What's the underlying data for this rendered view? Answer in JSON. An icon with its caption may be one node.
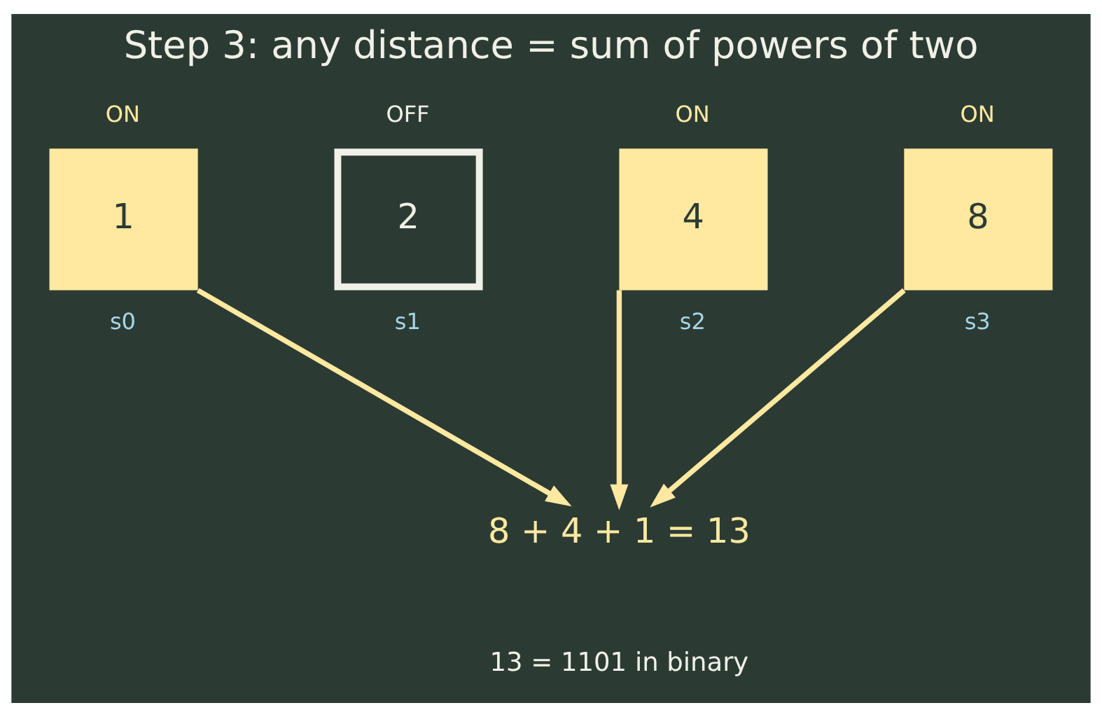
{
  "diagram": {
    "title": "Step 3: any distance = sum of powers of two",
    "nodes": [
      {
        "text": [
          "ON",
          "1"
        ],
        "beside": [
          "s0"
        ]
      },
      {
        "text": [
          "OFF",
          "2"
        ],
        "beside": [
          "s1"
        ]
      },
      {
        "text": [
          "ON",
          "4"
        ],
        "beside": [
          "s2"
        ]
      },
      {
        "text": [
          "ON",
          "8"
        ],
        "beside": [
          "s3"
        ]
      },
      {
        "text": [
          "8 + 4 + 1 = 13"
        ]
      }
    ],
    "edges": [
      {
        "from": 0,
        "to": 4,
        "arrow": "to"
      },
      {
        "from": 2,
        "to": 4,
        "arrow": "to"
      },
      {
        "from": 3,
        "to": 4,
        "arrow": "to"
      }
    ],
    "labels": [
      "13 = 1101 in binary"
    ]
  }
}
